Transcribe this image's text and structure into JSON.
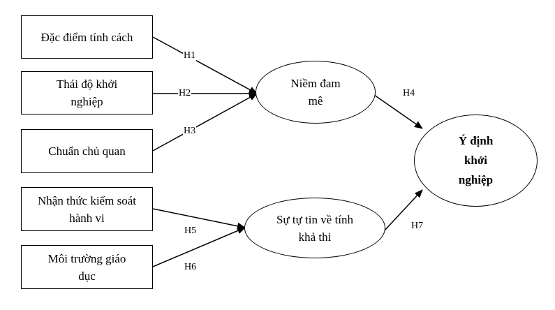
{
  "factors": {
    "personality": "Đặc điểm tính cách",
    "attitude": "Thái độ khởi nghiệp",
    "subjective_norm": "Chuẩn chủ quan",
    "perceived_control": "Nhận thức kiểm soát hành vi",
    "education_env": "Môi trường giáo dục"
  },
  "mediators": {
    "passion": "Niềm đam mê",
    "feasibility": "Sự tự tin về tính khả thi"
  },
  "outcome": {
    "intention": "Ý định khởi nghiệp"
  },
  "hypotheses": {
    "h1": "H1",
    "h2": "H2",
    "h3": "H3",
    "h4": "H4",
    "h5": "H5",
    "h6": "H6",
    "h7": "H7"
  }
}
